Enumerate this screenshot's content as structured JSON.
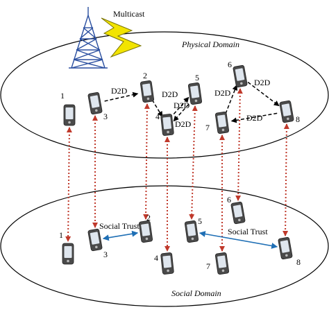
{
  "labels": {
    "multicast": "Multicast",
    "physical_domain": "Physical Domain",
    "social_domain": "Social Domain",
    "d2d": "D2D",
    "social_trust": "Social Trust"
  },
  "physical_nodes": [
    {
      "id": "1",
      "label": "1"
    },
    {
      "id": "2",
      "label": "2"
    },
    {
      "id": "3",
      "label": "3"
    },
    {
      "id": "4",
      "label": "4"
    },
    {
      "id": "5",
      "label": "5"
    },
    {
      "id": "6",
      "label": "6"
    },
    {
      "id": "7",
      "label": "7"
    },
    {
      "id": "8",
      "label": "8"
    }
  ],
  "social_nodes": [
    {
      "id": "1",
      "label": "1"
    },
    {
      "id": "2",
      "label": "2"
    },
    {
      "id": "3",
      "label": "3"
    },
    {
      "id": "4",
      "label": "4"
    },
    {
      "id": "5",
      "label": "5"
    },
    {
      "id": "6",
      "label": "6"
    },
    {
      "id": "7",
      "label": "7"
    },
    {
      "id": "8",
      "label": "8"
    }
  ],
  "d2d_links": [
    {
      "from": "3",
      "to": "2"
    },
    {
      "from": "2",
      "to": "4"
    },
    {
      "from": "4",
      "to": "5"
    },
    {
      "from": "5",
      "to": "4"
    },
    {
      "from": "7",
      "to": "6"
    },
    {
      "from": "6",
      "to": "8"
    },
    {
      "from": "8",
      "to": "7"
    }
  ],
  "social_trust_links": [
    {
      "a": "3",
      "b": "2"
    },
    {
      "a": "5",
      "b": "8"
    }
  ],
  "colors": {
    "ellipse": "#000000",
    "d2d_arrow": "#000000",
    "cross_link": "#c0392b",
    "trust_link": "#1f6fb5",
    "phone_body": "#4a4a4a",
    "phone_screen": "#dfe6ee",
    "tower": "#2a4fa0",
    "lightning_fill": "#f2e400",
    "lightning_stroke": "#7a7400"
  },
  "icons": {
    "tower": "cell-tower-icon",
    "lightning": "lightning-bolt-icon",
    "phone": "mobile-phone-icon"
  }
}
